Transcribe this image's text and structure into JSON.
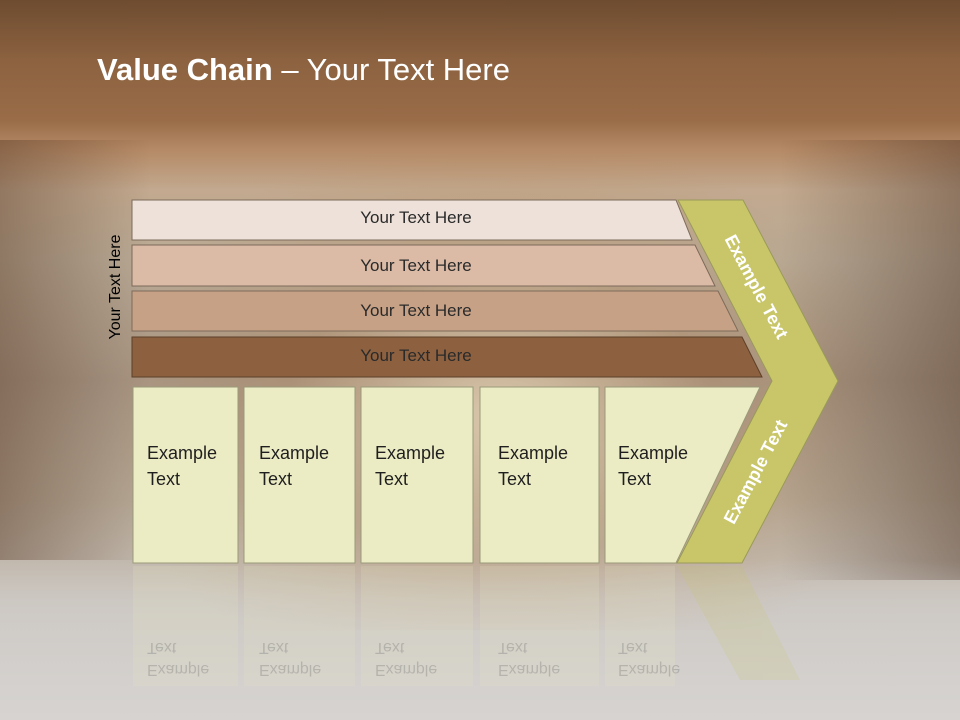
{
  "slide": {
    "title_bold": "Value Chain",
    "title_rest": " – Your Text Here",
    "side_label": "Your Text Here"
  },
  "rows": [
    {
      "label": "Your Text Here",
      "color": "#ede1d9"
    },
    {
      "label": "Your Text Here",
      "color": "#dbbba6"
    },
    {
      "label": "Your Text Here",
      "color": "#c7a185"
    },
    {
      "label": "Your Text Here",
      "color": "#8d6140"
    }
  ],
  "boxes": [
    {
      "line1": "Example",
      "line2": "Text"
    },
    {
      "line1": "Example",
      "line2": "Text"
    },
    {
      "line1": "Example",
      "line2": "Text"
    },
    {
      "line1": "Example",
      "line2": "Text"
    },
    {
      "line1": "Example",
      "line2": "Text"
    }
  ],
  "arrow": {
    "upper_text": "Example Text",
    "lower_text": "Example Text",
    "color": "#c8c669",
    "box_color": "#ebebc4"
  }
}
